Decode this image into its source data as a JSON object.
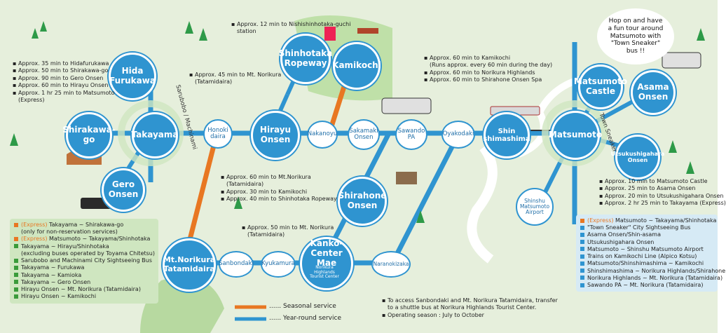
{
  "stations_big": [
    {
      "id": "hida-furukawa",
      "label": "Hida\nFurukawa"
    },
    {
      "id": "takayama",
      "label": "Takayama"
    },
    {
      "id": "shirakawa-go",
      "label": "Shirakawa-\ngo"
    },
    {
      "id": "gero-onsen",
      "label": "Gero\nOnsen"
    },
    {
      "id": "shinhotaka-ropeway",
      "label": "Shinhotaka\nRopeway"
    },
    {
      "id": "kamikochi",
      "label": "Kamikochi"
    },
    {
      "id": "hirayu-onsen",
      "label": "Hirayu\nOnsen"
    },
    {
      "id": "shirahone-onsen",
      "label": "Shirahone\nOnsen"
    },
    {
      "id": "kanko-center-mae",
      "label": "Kanko-Center\nMae"
    },
    {
      "id": "mt-norikura-tatamidaira",
      "label": "Mt.Norikura\nTatamidaira"
    },
    {
      "id": "shin-shimashima",
      "label": "Shin\nshimashima"
    },
    {
      "id": "matsumoto",
      "label": "Matsumoto"
    },
    {
      "id": "matsumoto-castle",
      "label": "Matsumoto\nCastle"
    },
    {
      "id": "asama-onsen",
      "label": "Asama\nOnsen"
    },
    {
      "id": "utsukushigahara-onsen",
      "label": "Utsukushigahara\nOnsen"
    }
  ],
  "stations_small": [
    {
      "id": "honoki-daira",
      "label": "Honoki\ndaira"
    },
    {
      "id": "nakanoyu",
      "label": "Nakanoyu"
    },
    {
      "id": "sakamaki-onsen",
      "label": "Sakamaki\nOnsen"
    },
    {
      "id": "sawando-pa",
      "label": "Sawando\nPA"
    },
    {
      "id": "oyakodaki",
      "label": "Oyakodaki"
    },
    {
      "id": "sanbondaki",
      "label": "Sanbondaki"
    },
    {
      "id": "kyukamura",
      "label": "Kyukamura"
    },
    {
      "id": "naranokizaka",
      "label": "Naranokizaka"
    },
    {
      "id": "shinshu-matsumoto-airport",
      "label": "Shinshu\nMatsumoto\nAirport"
    }
  ],
  "kanko_sub": "Norikura Highlands\nTourist Center",
  "notes": {
    "takayama": [
      "Approx. 35 min to Hidafurukawa",
      "Approx. 50 min to Shirakawa-go",
      "Approx. 90 min to Gero Onsen",
      "Approx. 60 min to Hirayu Onsen",
      "Approx. 1 hr 25 min to Matsumoto",
      "(Express)"
    ],
    "nishishinhotaka": [
      "Approx. 12 min to Nishishinhotaka-guchi",
      "station"
    ],
    "honoki": [
      "Approx. 45 min to Mt. Norikura",
      "(Tatamidaira)"
    ],
    "hirayu": [
      "Approx. 60 min to Mt.Norikura",
      "(Tatamidaira)",
      "Approx. 30 min to Kamikochi",
      "Approx. 40 min to Shinhotaka Ropeway"
    ],
    "shinshimashima": [
      "Approx. 60 min to Kamikochi",
      "(Runs approx. every 60 min during the day)",
      "Approx. 60 min to Norikura Highlands",
      "Approx. 60 min to Shirahone Onsen Spa"
    ],
    "kanko": [
      "Approx. 50 min to Mt. Norikura",
      "(Tatamidaira)"
    ],
    "matsumoto": [
      "Approx. 10 min to Matsumoto Castle",
      "Approx. 25 min to Asama Onsen",
      "Approx. 20 min to Utsukushigahara Onsen",
      "Approx. 2 hr 25 min to Takayama (Express)"
    ],
    "bottom": [
      "To access Sanbondaki and Mt. Norikura Tatamidaira, transfer",
      "to a shuttle bus at Norikura Highlands Tourist Center.",
      "Operating season : July to October"
    ]
  },
  "road_label_sarubobo": "Sarubobo / Machinami",
  "road_label_town": "Town Sneaker",
  "speech": "Hop on and have\na fun tour around\nMatsumoto with\n\"Town Sneaker\"\nbus !!",
  "legend_left": [
    {
      "color": "#e87722",
      "prefix": "(Express)",
      "text": " Takayama ~ Shirakawa-go"
    },
    {
      "color": null,
      "prefix": "",
      "text": "(only for non-reservation services)"
    },
    {
      "color": "#e87722",
      "prefix": "(Express)",
      "text": " Matsumoto ~ Takayama/Shinhotaka"
    },
    {
      "color": "#3a9b3a",
      "prefix": "",
      "text": "Takayama ~ Hirayu/Shinhotaka"
    },
    {
      "color": null,
      "prefix": "",
      "text": "(excluding buses operated by Toyama Chitetsu)"
    },
    {
      "color": "#3a9b3a",
      "prefix": "",
      "text": "Sarubobo and Machinami City Sightseeing Bus"
    },
    {
      "color": "#3a9b3a",
      "prefix": "",
      "text": "Takayama ~ Furukawa"
    },
    {
      "color": "#3a9b3a",
      "prefix": "",
      "text": "Takayama ~ Kamioka"
    },
    {
      "color": "#3a9b3a",
      "prefix": "",
      "text": "Takayama ~ Gero Onsen"
    },
    {
      "color": "#3a9b3a",
      "prefix": "",
      "text": "Hirayu Onsen ~ Mt. Norikura (Tatamidaira)"
    },
    {
      "color": "#3a9b3a",
      "prefix": "",
      "text": "Hirayu Onsen ~ Kamikochi"
    }
  ],
  "legend_right": [
    {
      "color": "#e87722",
      "prefix": "(Express)",
      "text": " Matsumoto ~ Takayama/Shinhotaka"
    },
    {
      "color": "#2f94d0",
      "prefix": "",
      "text": "\"Town Sneaker\" City Sightseeing Bus"
    },
    {
      "color": "#2f94d0",
      "prefix": "",
      "text": "Asama Onsen/Shin-asama"
    },
    {
      "color": "#2f94d0",
      "prefix": "",
      "text": "Utsukushigahara Onsen"
    },
    {
      "color": "#2f94d0",
      "prefix": "",
      "text": "Matsumoto ~ Shinshu Matsumoto Airport"
    },
    {
      "color": "#2f94d0",
      "prefix": "",
      "text": "Trains on Kamikochi Line (Alpico Kotsu)"
    },
    {
      "color": "#2f94d0",
      "prefix": "",
      "text": "Matsumoto/Shinshimashima ~ Kamikochi"
    },
    {
      "color": "#2f94d0",
      "prefix": "",
      "text": "Shinshimashima ~ Norikura Highlands/Shirahone"
    },
    {
      "color": "#2f94d0",
      "prefix": "",
      "text": "Norikura Highlands ~ Mt. Norikura (Tatamidaira)"
    },
    {
      "color": "#2f94d0",
      "prefix": "",
      "text": "Sawando PA ~ Mt. Norikura (Tatamidaira)"
    }
  ],
  "legend_service": {
    "seasonal": "Seasonal service",
    "yearround": "Year-round service",
    "orange": "#e87722",
    "blue": "#2f94d0"
  }
}
